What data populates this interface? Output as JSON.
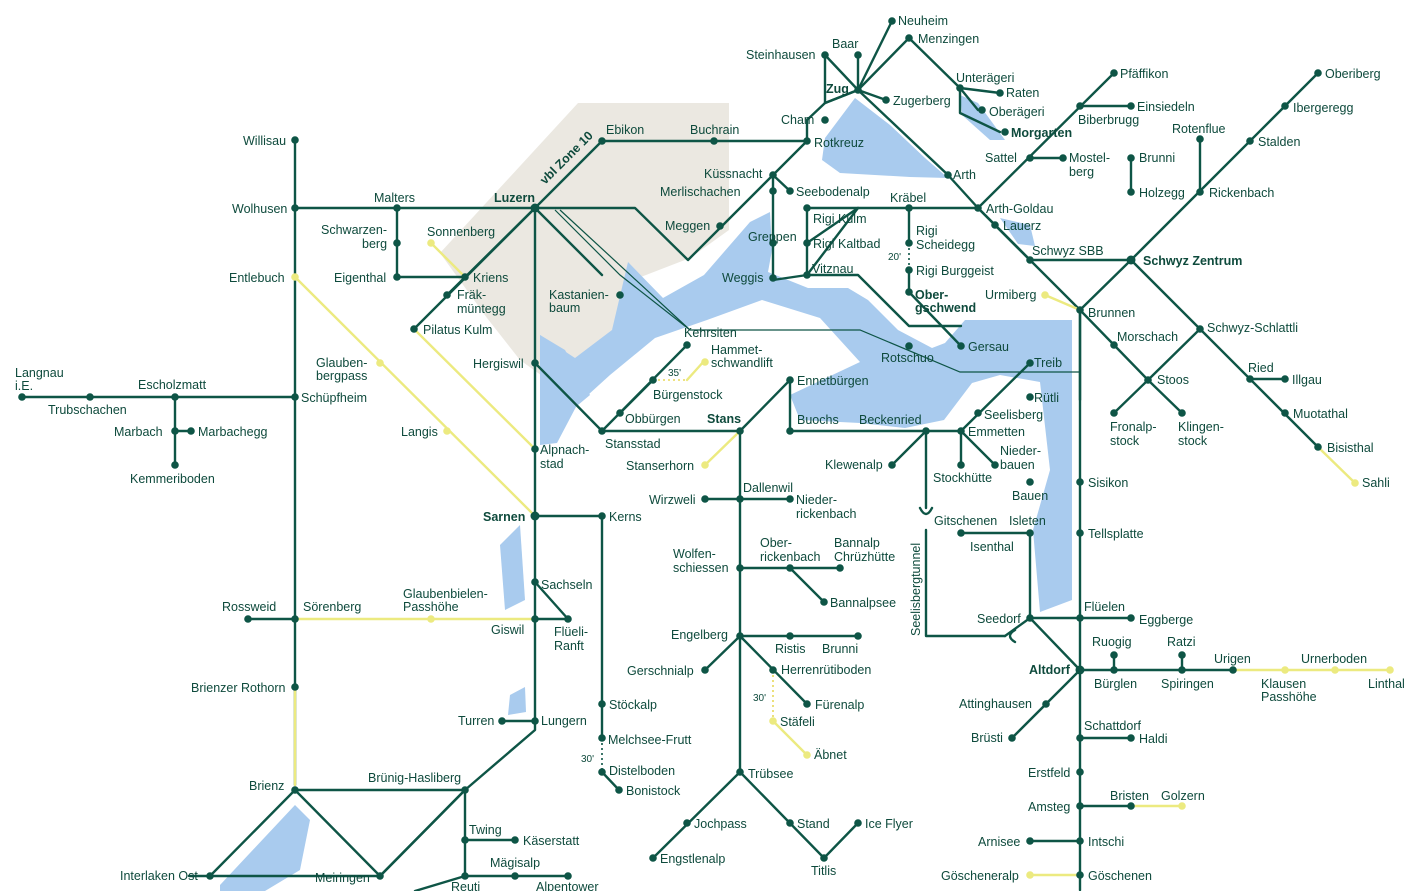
{
  "map": {
    "zone_label": "vbl Zone 10",
    "colors": {
      "line": "#0e5546",
      "secondary_line": "#ecea80",
      "water": "#a9cbee",
      "zone": "#ebe8e1"
    },
    "stations": [
      "Neuheim",
      "Menzingen",
      "Baar",
      "Steinhausen",
      "Zug",
      "Zugerberg",
      "Unterägeri",
      "Raten",
      "Oberägeri",
      "Morgarten",
      "Cham",
      "Rotkreuz",
      "Arth",
      "Küssnacht",
      "Merlischachen",
      "Seebodenalp",
      "Ebikon",
      "Buchrain",
      "Willisau",
      "Wolhusen",
      "Malters",
      "Luzern",
      "Meggen",
      "Greppen",
      "Rigi Kulm",
      "Rigi Kaltbad",
      "Vitznau",
      "Weggis",
      "Kräbel",
      "Rigi Scheidegg",
      "Rigi Burggeist",
      "Ober-gschwend",
      "Arth-Goldau",
      "Lauerz",
      "Sattel",
      "Mostel-berg",
      "Brunni",
      "Holzegg",
      "Rotenflue",
      "Rickenbach",
      "Pfäffikon",
      "Einsiedeln",
      "Biberbrugg",
      "Oberiberg",
      "Ibergeregg",
      "Stalden",
      "Schwyz SBB",
      "Schwyz Zentrum",
      "Entlebuch",
      "Schwarzen-berg",
      "Eigenthal",
      "Sonnenberg",
      "Kriens",
      "Fräk-müntegg",
      "Pilatus Kulm",
      "Kastanien-baum",
      "Kehrsiten",
      "Hammet-schwandlift",
      "Bürgenstock",
      "Hergiswil",
      "Glauben-bergpass",
      "Langnau i.E.",
      "Escholzmatt",
      "Trubschachen",
      "Schüpfheim",
      "Marbach",
      "Marbachegg",
      "Kemmeriboden",
      "Langis",
      "Obbürgen",
      "Stansstad",
      "Stans",
      "Stanserhorn",
      "Alpnach-stad",
      "Ennetbürgen",
      "Buochs",
      "Beckenried",
      "Rotschuo",
      "Gersau",
      "Treib",
      "Rütli",
      "Seelisberg",
      "Emmetten",
      "Nieder-bauen",
      "Klewenalp",
      "Stockhütte",
      "Bauen",
      "Urmiberg",
      "Brunnen",
      "Morschach",
      "Schwyz-Schlattli",
      "Stoos",
      "Ried",
      "Illgau",
      "Fronalp-stock",
      "Klingen-stock",
      "Muotathal",
      "Bisisthal",
      "Sahli",
      "Sisikon",
      "Tellsplatte",
      "Sarnen",
      "Kerns",
      "Wirzweli",
      "Dallenwil",
      "Nieder-rickenbach",
      "Gitschenen",
      "Isleten",
      "Isenthal",
      "Ober-rickenbach",
      "Bannalp Chrüzhütte",
      "Wolfen-schiessen",
      "Bannalpsee",
      "Sachseln",
      "Glaubenbielen-Passhöhe",
      "Rossweid",
      "Sörenberg",
      "Giswil",
      "Flüeli-Ranft",
      "Seedorf",
      "Flüelen",
      "Eggberge",
      "Engelberg",
      "Ristis",
      "Brunni",
      "Herrenrütiboden",
      "Gerschnialp",
      "Altdorf",
      "Ruogig",
      "Ratzi",
      "Urigen",
      "Urnerboden",
      "Bürglen",
      "Spiringen",
      "Klausen Passhöhe",
      "Linthal",
      "Brienzer Rothorn",
      "Stöckalp",
      "Fürenalp",
      "Attinghausen",
      "Turren",
      "Lungern",
      "Stäfeli",
      "Melchsee-Frutt",
      "Brüsti",
      "Schattdorf",
      "Haldi",
      "Ăbnet",
      "Distelboden",
      "Bonistock",
      "Erstfeld",
      "Trübsee",
      "Brienz",
      "Brünig-Hasliberg",
      "Amsteg",
      "Bristen",
      "Golzern",
      "Twing",
      "Käserstatt",
      "Jochpass",
      "Stand",
      "Ice Flyer",
      "Arnisee",
      "Intschi",
      "Engstlenalp",
      "Titlis",
      "Mägisalp",
      "Interlaken Ost",
      "Meiringen",
      "Reuti",
      "Alpentower",
      "Göscheneralp",
      "Göschenen"
    ],
    "labels": {
      "neuheim": "Neuheim",
      "menzingen": "Menzingen",
      "baar": "Baar",
      "steinhausen": "Steinhausen",
      "zug": "Zug",
      "zugerberg": "Zugerberg",
      "unteraegeri": "Unterägeri",
      "raten": "Raten",
      "oberaegeri": "Oberägeri",
      "morgarten": "Morgarten",
      "cham": "Cham",
      "rotkreuz": "Rotkreuz",
      "arth": "Arth",
      "kuessnacht": "Küssnacht",
      "merlischachen": "Merlischachen",
      "seebodenalp": "Seebodenalp",
      "ebikon": "Ebikon",
      "buchrain": "Buchrain",
      "willisau": "Willisau",
      "wolhusen": "Wolhusen",
      "malters": "Malters",
      "luzern": "Luzern",
      "meggen": "Meggen",
      "greppen": "Greppen",
      "rigikulm": "Rigi Kulm",
      "rigikaltbad": "Rigi Kaltbad",
      "vitznau": "Vitznau",
      "weggis": "Weggis",
      "kraebel": "Kräbel",
      "rigischeidegg1": "Rigi",
      "rigischeidegg2": "Scheidegg",
      "rigiburggeist": "Rigi Burggeist",
      "obergschwend1": "Ober-",
      "obergschwend2": "gschwend",
      "arthgoldau": "Arth-Goldau",
      "lauerz": "Lauerz",
      "sattel": "Sattel",
      "mostelberg1": "Mostel-",
      "mostelberg2": "berg",
      "brunni_sz": "Brunni",
      "holzegg": "Holzegg",
      "rotenflue": "Rotenflue",
      "rickenbach": "Rickenbach",
      "pfaeffikon": "Pfäffikon",
      "einsiedeln": "Einsiedeln",
      "biberbrugg": "Biberbrugg",
      "oberiberg": "Oberiberg",
      "ibergeregg": "Ibergeregg",
      "stalden": "Stalden",
      "schwyzsbb": "Schwyz SBB",
      "schwyzzentrum": "Schwyz Zentrum",
      "entlebuch": "Entlebuch",
      "schwarzenberg1": "Schwarzen-",
      "schwarzenberg2": "berg",
      "eigenthal": "Eigenthal",
      "sonnenberg": "Sonnenberg",
      "kriens": "Kriens",
      "fraekmuentegg1": "Fräk-",
      "fraekmuentegg2": "müntegg",
      "pilatuskulm": "Pilatus Kulm",
      "kastanienbaum1": "Kastanien-",
      "kastanienbaum2": "baum",
      "kehrsiten": "Kehrsiten",
      "hammetschwand1": "Hammet-",
      "hammetschwand2": "schwandlift",
      "buergenstock": "Bürgenstock",
      "hergiswil": "Hergiswil",
      "glaubenbergpass1": "Glauben-",
      "glaubenbergpass2": "bergpass",
      "langnau1": "Langnau",
      "langnau2": "i.E.",
      "escholzmatt": "Escholzmatt",
      "trubschachen": "Trubschachen",
      "schuepfheim": "Schüpfheim",
      "marbach": "Marbach",
      "marbachegg": "Marbachegg",
      "kemmeriboden": "Kemmeriboden",
      "langis": "Langis",
      "obbuergen": "Obbürgen",
      "stansstad": "Stansstad",
      "stans": "Stans",
      "stanserhorn": "Stanserhorn",
      "alpnachstad1": "Alpnach-",
      "alpnachstad2": "stad",
      "ennetbuergen": "Ennetbürgen",
      "buochs": "Buochs",
      "beckenried": "Beckenried",
      "rotschuo": "Rotschuo",
      "gersau": "Gersau",
      "treib": "Treib",
      "ruetli": "Rütli",
      "seelisberg": "Seelisberg",
      "emmetten": "Emmetten",
      "niederbauen1": "Nieder-",
      "niederbauen2": "bauen",
      "klewenalp": "Klewenalp",
      "stockhuette": "Stockhütte",
      "bauen": "Bauen",
      "urmiberg": "Urmiberg",
      "brunnen": "Brunnen",
      "morschach": "Morschach",
      "schwyzschlattli": "Schwyz-Schlattli",
      "stoos": "Stoos",
      "ried": "Ried",
      "illgau": "Illgau",
      "fronalpstock1": "Fronalp-",
      "fronalpstock2": "stock",
      "klingenstock1": "Klingen-",
      "klingenstock2": "stock",
      "muotathal": "Muotathal",
      "bisisthal": "Bisisthal",
      "sahli": "Sahli",
      "sisikon": "Sisikon",
      "tellsplatte": "Tellsplatte",
      "sarnen": "Sarnen",
      "kerns": "Kerns",
      "wirzweli": "Wirzweli",
      "dallenwil": "Dallenwil",
      "niederrickenbach1": "Nieder-",
      "niederrickenbach2": "rickenbach",
      "gitschenen": "Gitschenen",
      "isleten": "Isleten",
      "isenthal": "Isenthal",
      "oberrickenbach1": "Ober-",
      "oberrickenbach2": "rickenbach",
      "bannalpchr1": "Bannalp",
      "bannalpchr2": "Chrüzhütte",
      "wolfenschiessen1": "Wolfen-",
      "wolfenschiessen2": "schiessen",
      "bannalpsee": "Bannalpsee",
      "sachseln": "Sachseln",
      "glaubenbielen1": "Glaubenbielen-",
      "glaubenbielen2": "Passhöhe",
      "rossweid": "Rossweid",
      "soerenberg": "Sörenberg",
      "giswil": "Giswil",
      "flueeli1": "Flüeli-",
      "flueeli2": "Ranft",
      "seedorf": "Seedorf",
      "flueelen": "Flüelen",
      "eggberge": "Eggberge",
      "engelberg": "Engelberg",
      "ristis": "Ristis",
      "brunni_ow": "Brunni",
      "herrenruetiboden": "Herrenrütiboden",
      "gerschnialp": "Gerschnialp",
      "altdorf": "Altdorf",
      "ruogig": "Ruogig",
      "ratzi": "Ratzi",
      "urigen": "Urigen",
      "urnerboden": "Urnerboden",
      "buerglen": "Bürglen",
      "spiringen": "Spiringen",
      "klausen1": "Klausen",
      "klausen2": "Passhöhe",
      "linthal": "Linthal",
      "brienzerrothorn": "Brienzer Rothorn",
      "stoeckalp": "Stöckalp",
      "fuerenalp": "Fürenalp",
      "attinghausen": "Attinghausen",
      "turren": "Turren",
      "lungern": "Lungern",
      "staefeli": "Stäfeli",
      "melchseefrutt": "Melchsee-Frutt",
      "bruesti": "Brüsti",
      "schattdorf": "Schattdorf",
      "haldi": "Haldi",
      "abnet": "Äbnet",
      "distelboden": "Distelboden",
      "bonistock": "Bonistock",
      "erstfeld": "Erstfeld",
      "truebsee": "Trübsee",
      "brienz": "Brienz",
      "bruenighasliberg": "Brünig-Hasliberg",
      "amsteg": "Amsteg",
      "bristen": "Bristen",
      "golzern": "Golzern",
      "twing": "Twing",
      "kaeserstatt": "Käserstatt",
      "jochpass": "Jochpass",
      "stand": "Stand",
      "iceflyer": "Ice Flyer",
      "arnisee": "Arnisee",
      "intschi": "Intschi",
      "engstlenalp": "Engstlenalp",
      "titlis": "Titlis",
      "maegisalp": "Mägisalp",
      "interlakenost": "Interlaken Ost",
      "meiringen": "Meiringen",
      "reuti": "Reuti",
      "alpentower": "Alpentower",
      "goescheneralp": "Göscheneralp",
      "goeschenen": "Göschenen",
      "seelisbergtunnel": "Seelisbergtunnel",
      "t20": "20'",
      "t35": "35'",
      "t30a": "30'",
      "t30b": "30'"
    }
  }
}
